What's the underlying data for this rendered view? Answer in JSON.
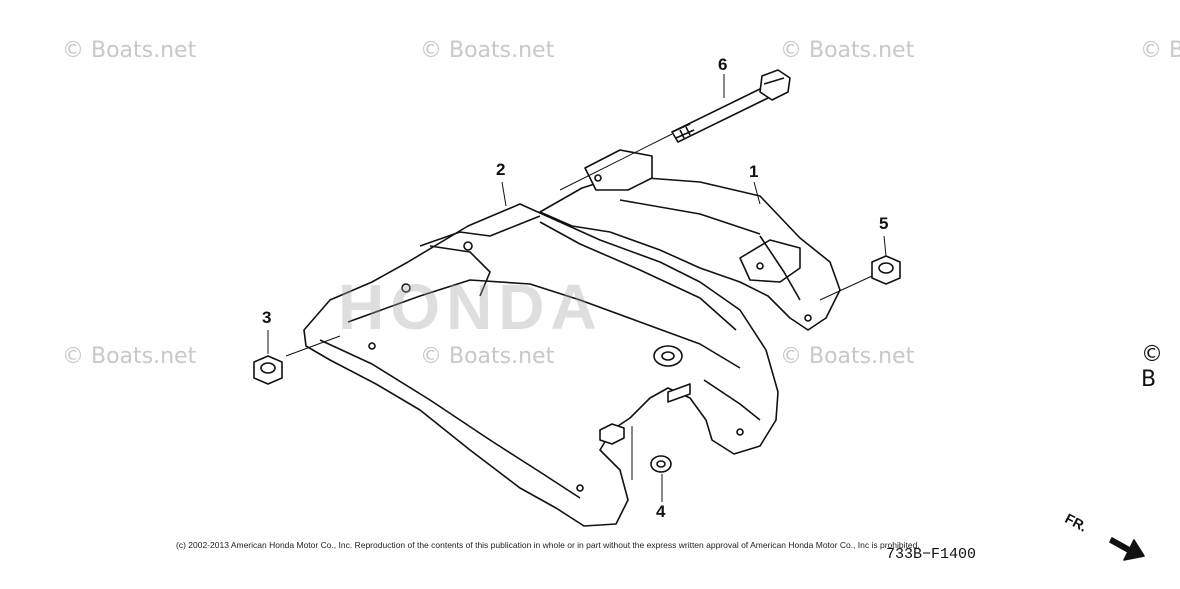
{
  "watermarks": [
    "© Boats.net",
    "© Boats.net",
    "© Boats.net",
    "© B",
    "© Boats.net",
    "© Boats.net",
    "© Boats.net",
    "© B"
  ],
  "brand_watermark": "HONDA",
  "callouts": [
    "1",
    "2",
    "3",
    "4",
    "5",
    "6"
  ],
  "copyright": "(c) 2002-2013 American Honda Motor Co., Inc. Reproduction of the contents of this publication in whole or in part without the express written approval of American Honda Motor Co., Inc is prohibited.",
  "diagram_code": "733B−F1400",
  "direction_label": "FR.",
  "colors": {
    "line": "#111111",
    "watermark": "#c8c8c8"
  }
}
